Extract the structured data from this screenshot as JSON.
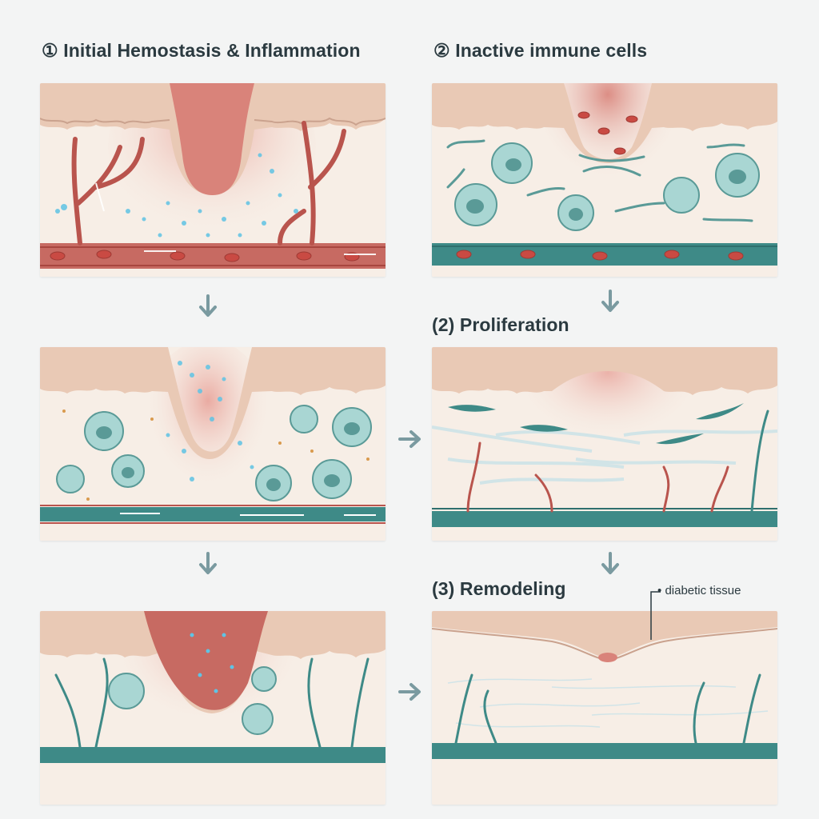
{
  "headings": {
    "step1": "① Initial Hemostasis & Inflammation",
    "step2": "② Inactive immune cells",
    "proliferation": "(2) Proliferation",
    "remodeling": "(3) Remodeling"
  },
  "annotation": {
    "bullet": "•",
    "label": "diabetic tissue"
  },
  "colors": {
    "skin": "#e9c9b5",
    "dermis": "#f7eee6",
    "wound": "#c9736a",
    "blood_vessel": "#b9544d",
    "red_cell": "#c94a43",
    "teal_vessel": "#3e8a87",
    "immune_cell": "#a9d6d3",
    "signal_dot": "#5fc3e4",
    "arrow": "#7a9aa0"
  },
  "icons": {
    "down_arrow": "down-arrow-icon",
    "right_arrow": "right-arrow-icon"
  }
}
